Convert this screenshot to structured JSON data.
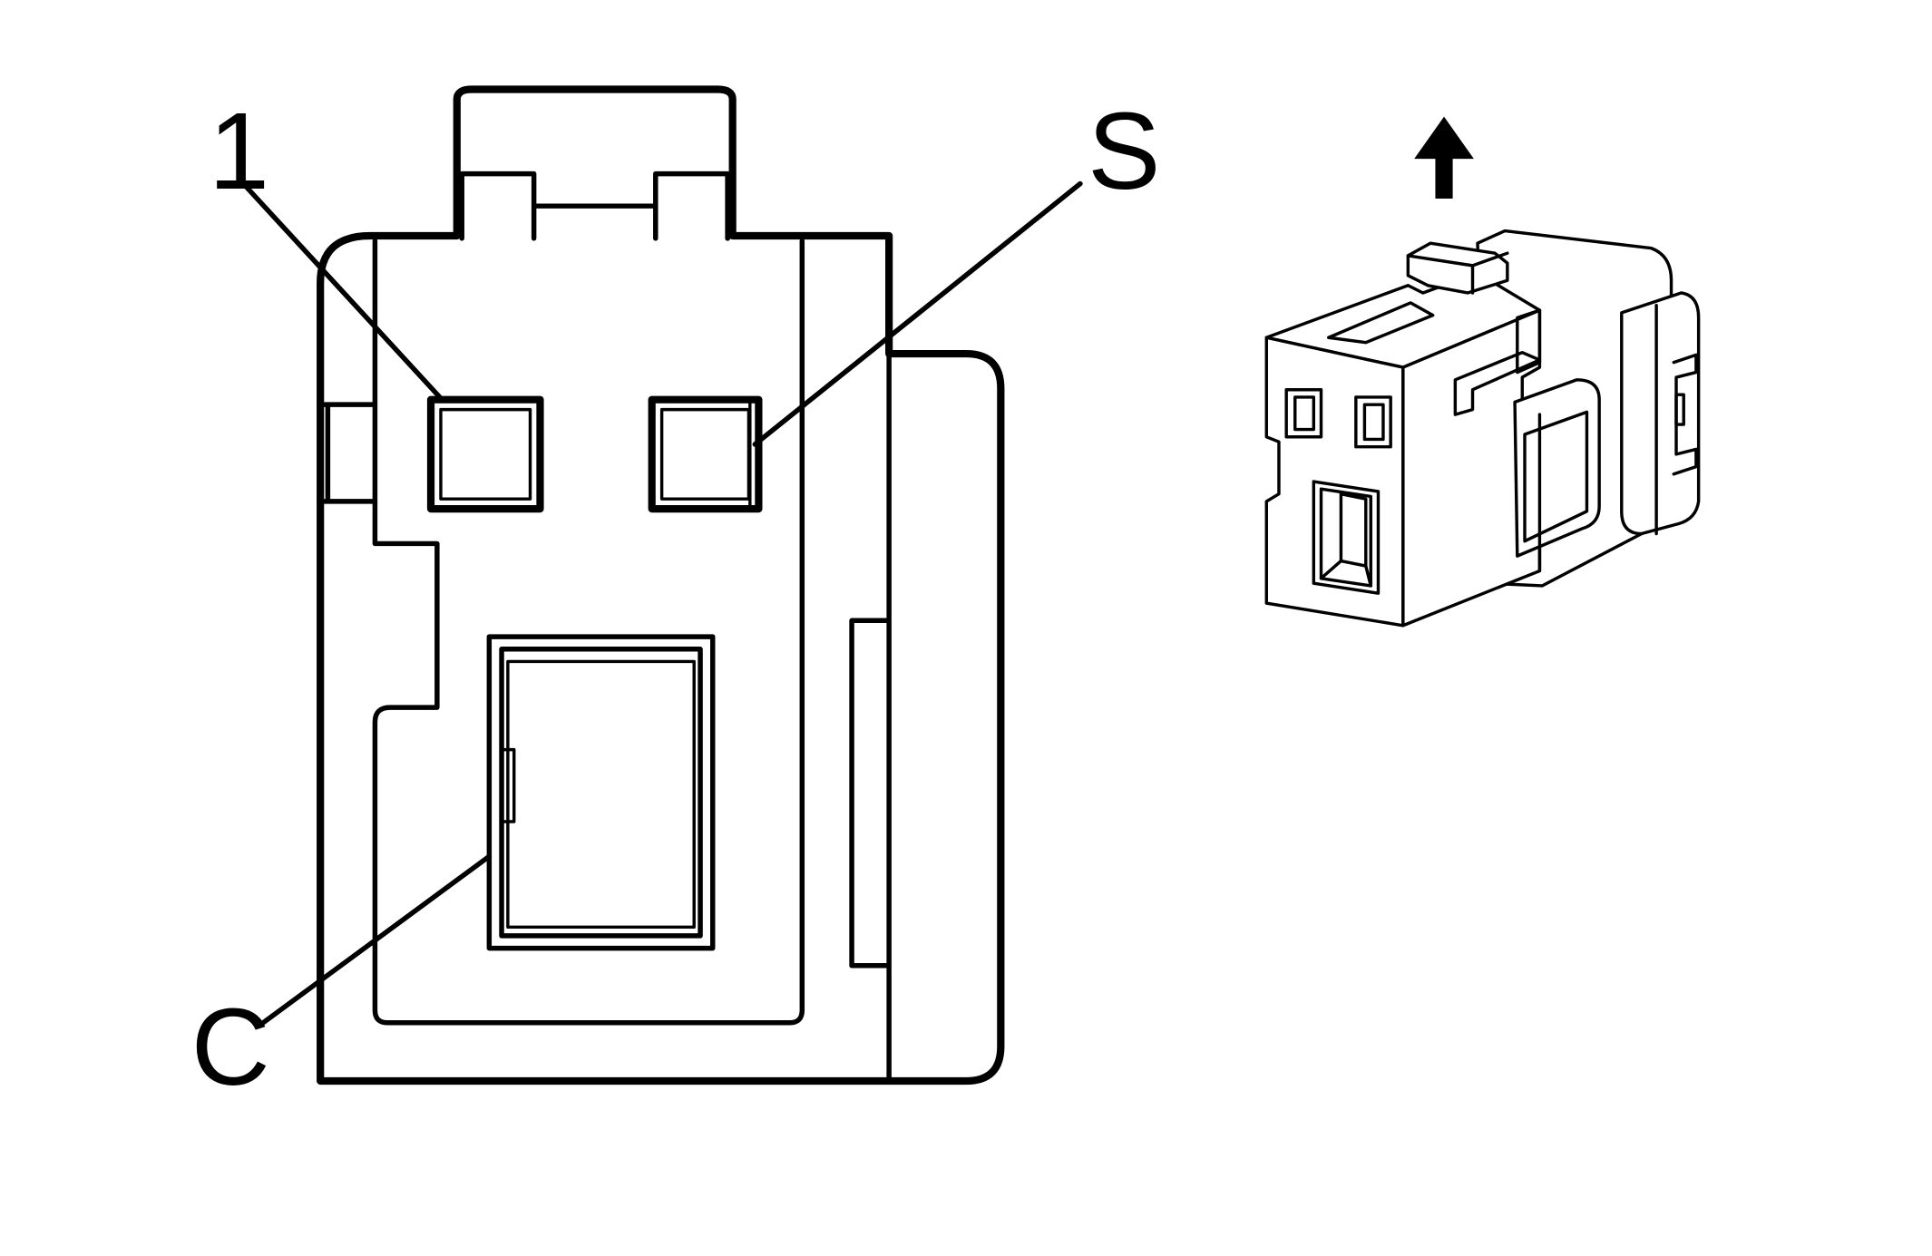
{
  "labels": {
    "terminal_1": "1",
    "terminal_s": "S",
    "terminal_c": "C"
  },
  "colors": {
    "line": "#000000",
    "background": "#ffffff"
  },
  "icons": {
    "orientation_arrow": "arrow-up-icon"
  }
}
